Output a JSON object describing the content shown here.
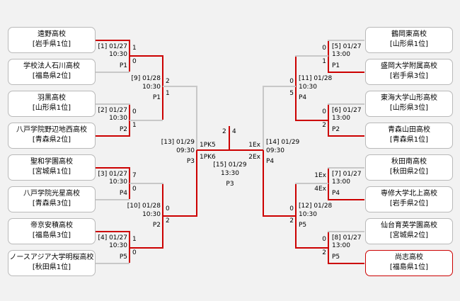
{
  "teams_left": [
    {
      "name": "遠野高校",
      "seed": "[岩手県1位]",
      "win": false
    },
    {
      "name": "学校法人石川高校",
      "seed": "[福島県2位]",
      "win": false
    },
    {
      "name": "羽黒高校",
      "seed": "[山形県1位]",
      "win": false
    },
    {
      "name": "八戸学院野辺地西高校",
      "seed": "[青森県2位]",
      "win": false
    },
    {
      "name": "聖和学園高校",
      "seed": "[宮城県1位]",
      "win": false
    },
    {
      "name": "八戸学院光星高校",
      "seed": "[青森県3位]",
      "win": false
    },
    {
      "name": "帝京安積高校",
      "seed": "[福島県3位]",
      "win": false
    },
    {
      "name": "ノースアジア大学明桜高校",
      "seed": "[秋田県1位]",
      "win": false
    }
  ],
  "teams_right": [
    {
      "name": "鶴岡東高校",
      "seed": "[山形県1位]",
      "win": false
    },
    {
      "name": "盛岡大学附属高校",
      "seed": "[岩手県3位]",
      "win": false
    },
    {
      "name": "東海大学山形高校",
      "seed": "[山形県3位]",
      "win": false
    },
    {
      "name": "青森山田高校",
      "seed": "[青森県1位]",
      "win": false
    },
    {
      "name": "秋田南高校",
      "seed": "[秋田県2位]",
      "win": false
    },
    {
      "name": "専修大学北上高校",
      "seed": "[岩手県2位]",
      "win": false
    },
    {
      "name": "仙台育英学園高校",
      "seed": "[宮城県2位]",
      "win": false
    },
    {
      "name": "尚志高校",
      "seed": "[福島県1位]",
      "win": true
    }
  ],
  "r1": {
    "m1": {
      "info": "[1] 01/27",
      "time": "10:30",
      "venue": "P1",
      "top": "1",
      "bottom": "0"
    },
    "m2": {
      "info": "[2] 01/27",
      "time": "10:30",
      "venue": "P2",
      "top": "0",
      "bottom": "1"
    },
    "m3": {
      "info": "[3] 01/27",
      "time": "10:30",
      "venue": "P4",
      "top": "7",
      "bottom": "0"
    },
    "m4": {
      "info": "[4] 01/27",
      "time": "10:30",
      "venue": "P5",
      "top": "1",
      "bottom": "0"
    },
    "m5": {
      "info": "[5] 01/27",
      "time": "13:00",
      "venue": "P1",
      "top": "0",
      "bottom": "1"
    },
    "m6": {
      "info": "[6] 01/27",
      "time": "13:00",
      "venue": "P2",
      "top": "0",
      "bottom": "2"
    },
    "m7": {
      "info": "[7] 01/27",
      "time": "13:00",
      "venue": "P4",
      "top": "1Ex",
      "bottom": "4Ex"
    },
    "m8": {
      "info": "[8] 01/27",
      "time": "13:00",
      "venue": "P5",
      "top": "0",
      "bottom": "2"
    }
  },
  "r2": {
    "m9": {
      "info": "[9] 01/28",
      "time": "10:30",
      "venue": "P1",
      "top": "2",
      "bottom": "1"
    },
    "m10": {
      "info": "[10] 01/28",
      "time": "10:30",
      "venue": "P2",
      "top": "0",
      "bottom": "2"
    },
    "m11": {
      "info": "[11] 01/28",
      "time": "10:30",
      "venue": "P4",
      "top": "0",
      "bottom": "5"
    },
    "m12": {
      "info": "[12] 01/28",
      "time": "10:30",
      "venue": "P5",
      "top": "0",
      "bottom": "2"
    }
  },
  "r3": {
    "m13": {
      "info": "[13] 01/29",
      "time": "09:30",
      "venue": "P3",
      "top": "1PK5",
      "bottom": "1PK6"
    },
    "m14": {
      "info": "[14] 01/29",
      "time": "09:30",
      "venue": "P4",
      "top": "1Ex",
      "bottom": "2Ex"
    }
  },
  "final": {
    "info": "[15] 01/29",
    "time": "13:30",
    "venue": "P3",
    "left": "2",
    "right": "4"
  }
}
